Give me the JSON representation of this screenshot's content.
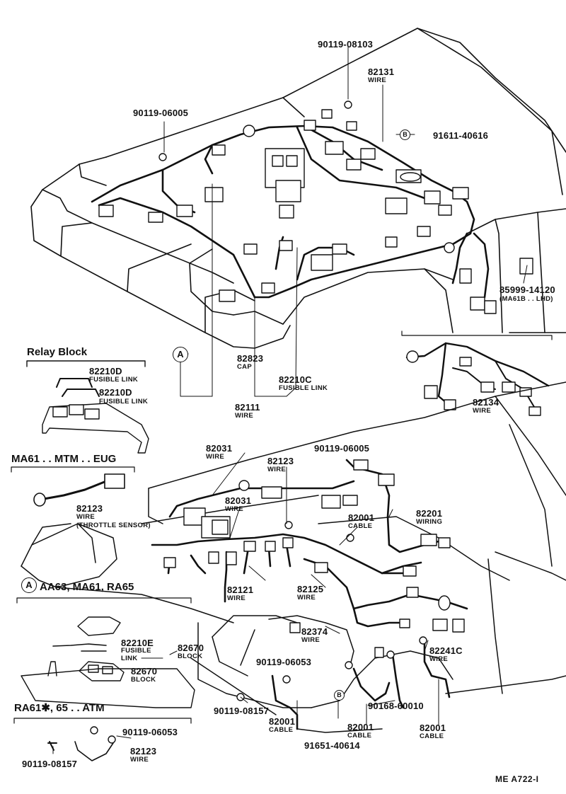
{
  "parts": {
    "p90119_08103": "90119-08103",
    "p82131": "82131",
    "p82131_sub": "WIRE",
    "p90119_06005_top": "90119-06005",
    "p91611_40616": "91611-40616",
    "circle_b": "B",
    "p85999_14120": "85999-14120",
    "p85999_note": "(MA61B . . LHD)",
    "relay_block": "Relay Block",
    "p82210D_1": "82210D",
    "p82210D_1_sub": "FUSIBLE LINK",
    "p82210D_2": "82210D",
    "p82210D_2_sub": "FUSIBLE LINK",
    "circle_a": "A",
    "p82823": "82823",
    "p82823_sub": "CAP",
    "p82210C": "82210C",
    "p82210C_sub": "FUSIBLE LINK",
    "p82111": "82111",
    "p82111_sub": "WIRE",
    "p82134": "82134",
    "p82134_sub": "WIRE",
    "ma61_header": "MA61 . . MTM . . EUG",
    "p82123_left": "82123",
    "p82123_left_sub": "WIRE",
    "p82123_left_note": "(THROTTLE SENSOR)",
    "p82031_a": "82031",
    "p82031_a_sub": "WIRE",
    "p82031_b": "82031",
    "p82031_b_sub": "WIRE",
    "p82123_mid": "82123",
    "p82123_mid_sub": "WIRE",
    "p90119_06005_mid": "90119-06005",
    "p82001_a": "82001",
    "p82001_a_sub": "CABLE",
    "p82201": "82201",
    "p82201_sub": "WIRING",
    "aa63_header": "AA63, MA61, RA65",
    "p82121": "82121",
    "p82121_sub": "WIRE",
    "p82125": "82125",
    "p82125_sub": "WIRE",
    "p82374": "82374",
    "p82374_sub": "WIRE",
    "p82210E": "82210E",
    "p82210E_sub1": "FUSIBLE",
    "p82210E_sub2": "LINK",
    "p82670_a": "82670",
    "p82670_a_sub": "BLOCK",
    "p82670_b": "82670",
    "p82670_b_sub": "BLOCK",
    "p90119_06053_mid": "90119-06053",
    "p82241C": "82241C",
    "p82241C_sub": "WIRE",
    "p90119_08157_mid": "90119-08157",
    "p90168_60010": "90168-60010",
    "p82001_b": "82001",
    "p82001_b_sub": "CABLE",
    "p82001_c": "82001",
    "p82001_c_sub": "CABLE",
    "p82001_d": "82001",
    "p82001_d_sub": "CABLE",
    "p91651_40614": "91651-40614",
    "ra61_header": "RA61✱, 65 . . ATM",
    "p90119_06053_bot": "90119-06053",
    "p82123_bot": "82123",
    "p82123_bot_sub": "WIRE",
    "p90119_08157_bot": "90119-08157",
    "code": "ME  A722-I"
  }
}
